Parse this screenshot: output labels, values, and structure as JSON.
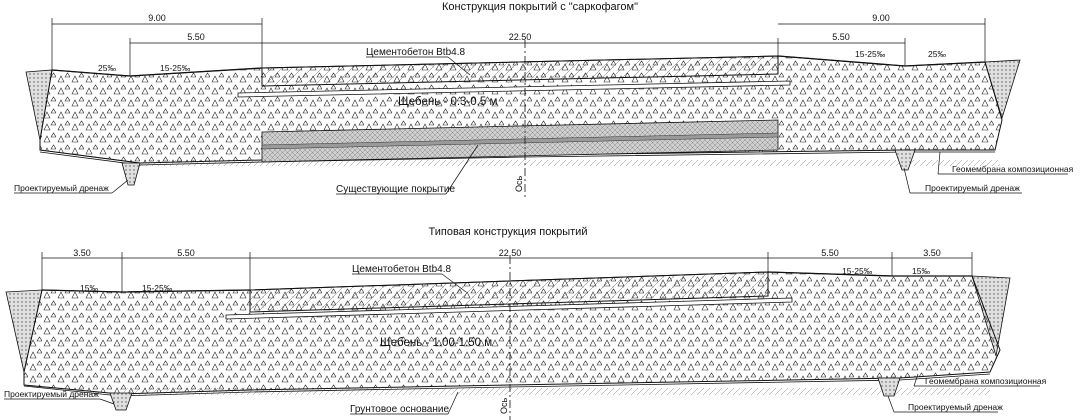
{
  "top": {
    "title": "Конструкция покрытий с \"саркофагом\"",
    "dims": {
      "left_outer": "9.00",
      "left_inner": "5.50",
      "center": "22.50",
      "right_inner": "5.50",
      "right_outer": "9.00"
    },
    "slopes": {
      "left_shoulder": "25‰",
      "left_lane": "15-25‰",
      "right_lane": "15-25‰",
      "right_shoulder": "25‰"
    },
    "labels": {
      "concrete": "Цементобетон Btb4.8",
      "gravel": "Щебень - 0.3-0.5 м",
      "existing": "Существующие покрытие",
      "drain_left": "Проектируемый дренаж",
      "drain_right": "Проектируемый дренаж",
      "geomembrane": "Геомембрана композиционная",
      "axis": "Ось"
    }
  },
  "bottom": {
    "title": "Типовая конструкция покрытий",
    "dims": {
      "left_outer": "3.50",
      "left_inner": "5.50",
      "center": "22.50",
      "right_inner": "5.50",
      "right_outer": "3.50"
    },
    "slopes": {
      "left_shoulder": "15‰",
      "left_lane": "15-25‰",
      "right_lane": "15-25‰",
      "right_shoulder": "15‰"
    },
    "labels": {
      "concrete": "Цементобетон Btb4.8",
      "gravel": "Щебень - 1.00-1.50 м",
      "subgrade": "Грунтовое основание",
      "drain_left": "Проектируемый дренаж",
      "drain_right": "Проектируемый дренаж",
      "geomembrane": "Геомембрана композиционная",
      "axis": "Ось"
    }
  }
}
